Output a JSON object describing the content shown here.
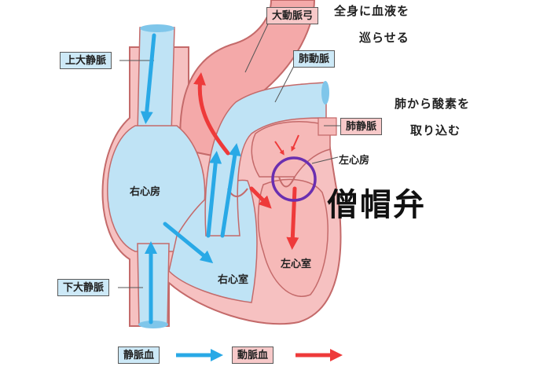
{
  "labels": {
    "aortic_arch": "大動脈弓",
    "pulmonary_artery": "肺動脈",
    "pulmonary_vein": "肺静脈",
    "superior_vena_cava": "上大静脈",
    "inferior_vena_cava": "下大静脈",
    "left_atrium": "左心房",
    "right_atrium": "右心房",
    "right_ventricle": "右心室",
    "left_ventricle": "左心室"
  },
  "notes": {
    "systemic_line1": "全身に血液を",
    "systemic_line2": "巡らせる",
    "lung_line1": "肺から酸素を",
    "lung_line2": "取り込む"
  },
  "highlight": {
    "label": "僧帽弁",
    "circle_color": "#6a2fb0"
  },
  "legend": {
    "venous_label": "静脈血",
    "arterial_label": "動脈血",
    "venous_color": "#29a9e6",
    "arterial_color": "#ee3a3a"
  },
  "colors": {
    "venous_fill": "#bfe3f5",
    "arterial_fill": "#f6b9b8",
    "outline": "#c46a6a"
  }
}
